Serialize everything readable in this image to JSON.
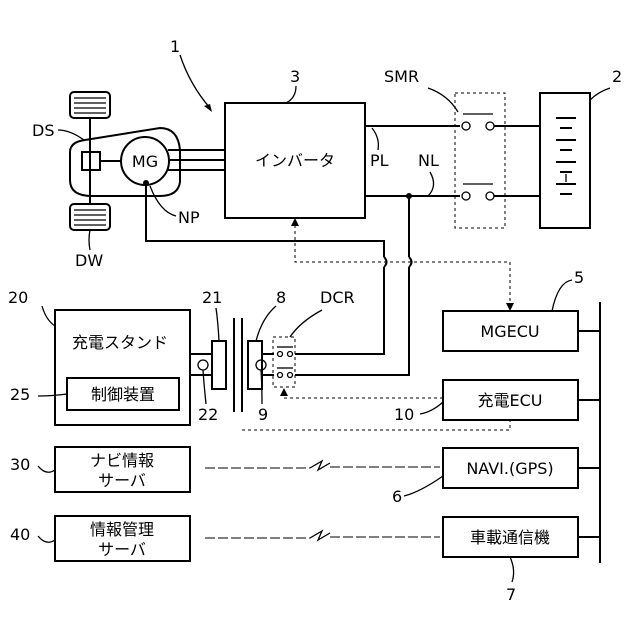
{
  "labels": {
    "system_num": "1",
    "battery_num": "2",
    "inverter_num": "3",
    "mgecu_num": "5",
    "navi_num": "6",
    "comm_num": "7",
    "inlet_num": "8",
    "sensor9_num": "9",
    "chargeecu_num": "10",
    "stand_num": "20",
    "connector_num": "21",
    "sensor22_num": "22",
    "controller_num": "25",
    "navi_server_num": "30",
    "info_server_num": "40",
    "ds": "DS",
    "dw": "DW",
    "np": "NP",
    "mg": "MG",
    "pl": "PL",
    "nl": "NL",
    "smr": "SMR",
    "dcr": "DCR"
  },
  "boxes": {
    "inverter": "インバータ",
    "mgecu": "MGECU",
    "charge_ecu": "充電ECU",
    "navi": "NAVI.(GPS)",
    "comm": "車載通信機",
    "stand": "充電スタンド",
    "controller": "制御装置",
    "navi_server_l1": "ナビ情報",
    "navi_server_l2": "サーバ",
    "info_server_l1": "情報管理",
    "info_server_l2": "サーバ"
  }
}
